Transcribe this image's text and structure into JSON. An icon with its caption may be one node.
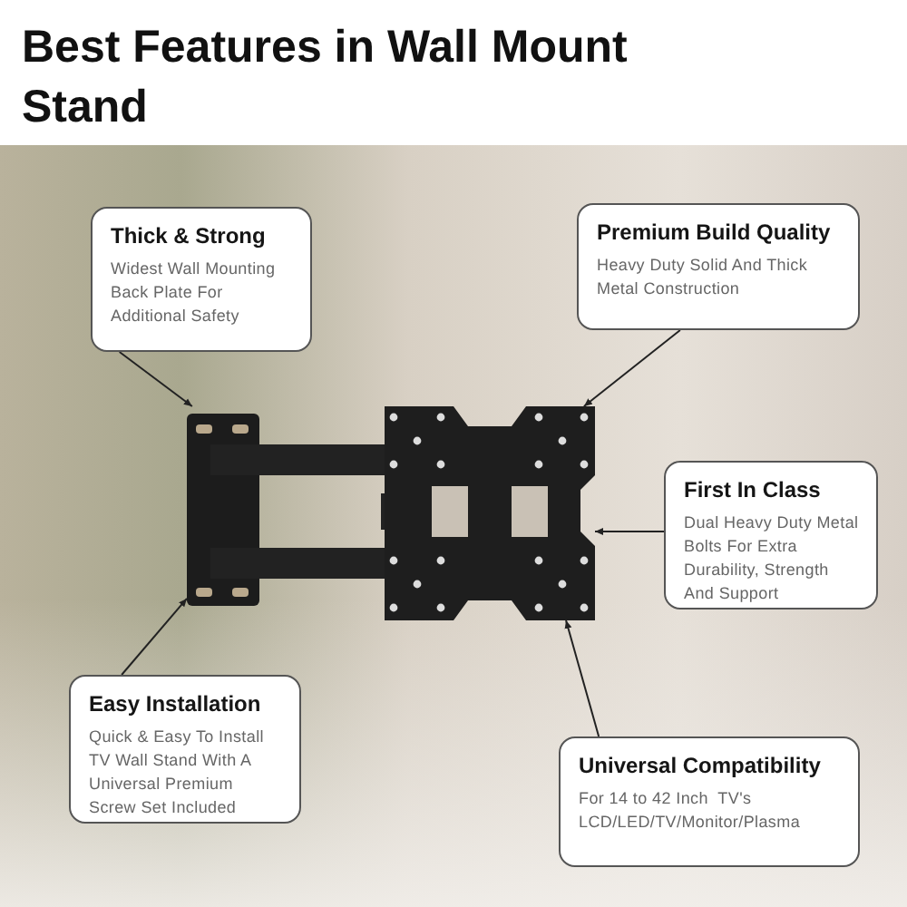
{
  "diagram": {
    "title": "Best Features in Wall Mount Stand",
    "nodes": [
      {
        "text": [
          "Thick & Strong",
          "Widest Wall Mounting Back Plate For Additional Safety"
        ]
      },
      {
        "text": [
          "Premium Build Quality",
          "Heavy Duty Solid And Thick Metal Construction"
        ]
      },
      {
        "text": [
          "First In Class",
          "Dual Heavy Duty Metal Bolts For Extra Durability, Strength And Support"
        ]
      },
      {
        "text": [
          "Easy Installation",
          "Quick & Easy To Install TV Wall Stand With A Universal Premium Screw Set Included"
        ]
      },
      {
        "text": [
          "Universal Compatibility",
          "For 14 to 42 Inch  TV's LCD/LED/TV/Monitor/Plasma"
        ]
      },
      {
        "text": [],
        "shape": "picture"
      }
    ],
    "edges": [
      {
        "from": 0,
        "to": 5,
        "arrow": "to"
      },
      {
        "from": 1,
        "to": 5,
        "arrow": "to"
      },
      {
        "from": 2,
        "to": 5,
        "arrow": "to"
      },
      {
        "from": 3,
        "to": 5,
        "arrow": "to"
      },
      {
        "from": 4,
        "to": 5,
        "arrow": "to"
      }
    ]
  }
}
